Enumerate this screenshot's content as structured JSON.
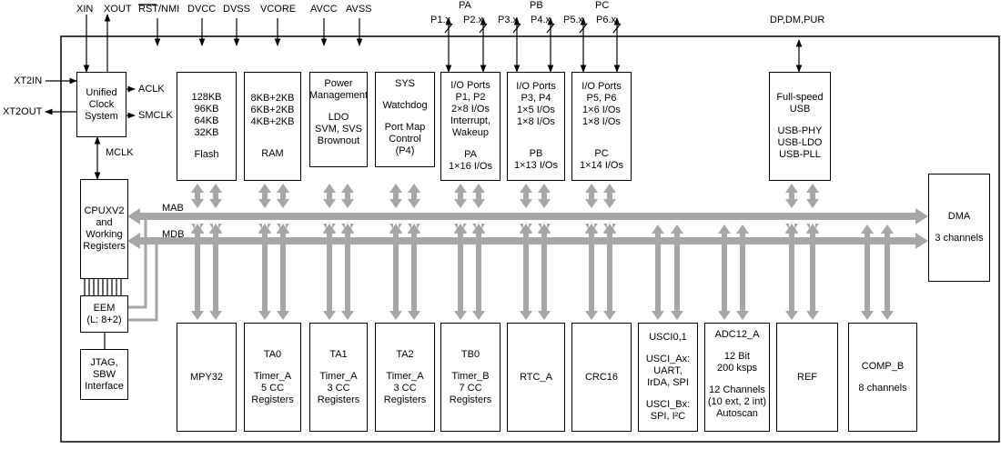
{
  "pins": {
    "xin": "XIN",
    "xout": "XOUT",
    "rst_nmi": "RST/NMI",
    "rst_bar": "RST",
    "dvcc": "DVCC",
    "dvss": "DVSS",
    "vcore": "VCORE",
    "avcc": "AVCC",
    "avss": "AVSS",
    "xt2in": "XT2IN",
    "xt2out": "XT2OUT",
    "aclk": "ACLK",
    "smclk": "SMCLK",
    "mclk": "MCLK",
    "usb_pins": "DP,DM,PUR"
  },
  "ports": {
    "pa": "PA",
    "pb": "PB",
    "pc": "PC",
    "p1": "P1.x",
    "p2": "P2.x",
    "p3": "P3.x",
    "p4": "P4.x",
    "p5": "P5.x",
    "p6": "P6.x"
  },
  "bus": {
    "mab": "MAB",
    "mdb": "MDB"
  },
  "blocks": {
    "ucs": [
      "Unified",
      "Clock",
      "System"
    ],
    "flash": [
      "128KB",
      "96KB",
      "64KB",
      "32KB",
      "",
      "Flash"
    ],
    "ram": [
      "8KB+2KB",
      "6KB+2KB",
      "4KB+2KB",
      "",
      "",
      "RAM"
    ],
    "power": [
      "Power",
      "Management",
      "",
      "LDO",
      "SVM, SVS",
      "Brownout"
    ],
    "sys": [
      "SYS",
      "",
      "Watchdog",
      "",
      "Port Map",
      "Control",
      "(P4)"
    ],
    "io_pa": [
      "I/O Ports",
      "P1, P2",
      "2×8 I/Os",
      "Interrupt,",
      "Wakeup",
      "",
      "PA",
      "1×16 I/Os"
    ],
    "io_pb": [
      "I/O Ports",
      "P3, P4",
      "1×5 I/Os",
      "1×8 I/Os",
      "",
      "",
      "PB",
      "1×13 I/Os"
    ],
    "io_pc": [
      "I/O Ports",
      "P5, P6",
      "1×6 I/Os",
      "1×8 I/Os",
      "",
      "",
      "PC",
      "1×14 I/Os"
    ],
    "usb": [
      "Full-speed",
      "USB",
      "",
      "USB-PHY",
      "USB-LDO",
      "USB-PLL"
    ],
    "cpu": [
      "CPUXV2",
      "and",
      "Working",
      "Registers"
    ],
    "dma": [
      "DMA",
      "",
      "3 channels"
    ],
    "eem": [
      "EEM",
      "(L: 8+2)"
    ],
    "jtag": [
      "JTAG,",
      "SBW",
      "Interface"
    ],
    "mpy": [
      "MPY32"
    ],
    "ta0": [
      "TA0",
      "",
      "Timer_A",
      "5 CC",
      "Registers"
    ],
    "ta1": [
      "TA1",
      "",
      "Timer_A",
      "3 CC",
      "Registers"
    ],
    "ta2": [
      "TA2",
      "",
      "Timer_A",
      "3 CC",
      "Registers"
    ],
    "tb0": [
      "TB0",
      "",
      "Timer_B",
      "7 CC",
      "Registers"
    ],
    "rtc": [
      "RTC_A"
    ],
    "crc": [
      "CRC16"
    ],
    "usci": [
      "USCI0,1",
      "",
      "USCI_Ax:",
      "UART,",
      "IrDA, SPI",
      "",
      "USCI_Bx:",
      "SPI, I²C"
    ],
    "adc": [
      "ADC12_A",
      "",
      "12 Bit",
      "200 ksps",
      "",
      "12 Channels",
      "(10 ext, 2 int)",
      "Autoscan"
    ],
    "ref": [
      "REF"
    ],
    "comp": [
      "COMP_B",
      "",
      "8 channels"
    ]
  }
}
